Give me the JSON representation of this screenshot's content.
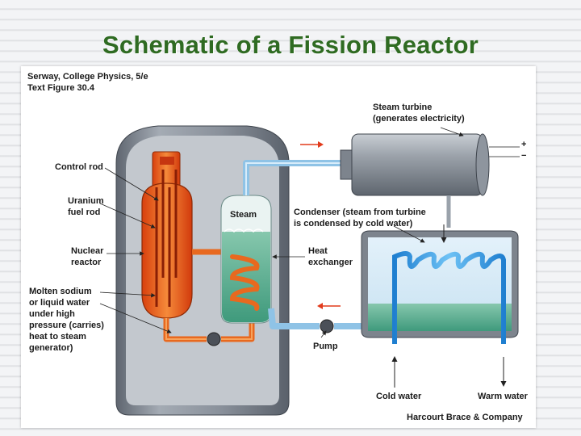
{
  "slide": {
    "title": "Schematic of a Fission Reactor"
  },
  "figure": {
    "source_line1": "Serway, College Physics, 5/e",
    "source_line2": "Text Figure 30.4",
    "publisher": "Harcourt Brace & Company",
    "labels": {
      "control_rod": "Control rod",
      "uranium_line1": "Uranium",
      "uranium_line2": "fuel rod",
      "nuclear_line1": "Nuclear",
      "nuclear_line2": "reactor",
      "molten_line1": "Molten sodium",
      "molten_line2": "or liquid water",
      "molten_line3": "under high",
      "molten_line4": "pressure (carries)",
      "molten_line5": "heat to steam",
      "molten_line6": "generator)",
      "steam": "Steam",
      "turbine_line1": "Steam turbine",
      "turbine_line2": "(generates electricity)",
      "condenser_line1": "Condenser (steam from turbine",
      "condenser_line2": "is condensed by cold water)",
      "heat_line1": "Heat",
      "heat_line2": "exchanger",
      "pump": "Pump",
      "cold_water": "Cold water",
      "warm_water": "Warm water",
      "plus": "+",
      "minus": "−"
    },
    "colors": {
      "title_green": "#2f6b22",
      "vessel_gray": "#7d8590",
      "core_orange": "#e8521a",
      "steam_pipe_blue": "#8fc3e6",
      "water_green": "#5fae95",
      "arrow_red": "#e23b1c"
    }
  }
}
